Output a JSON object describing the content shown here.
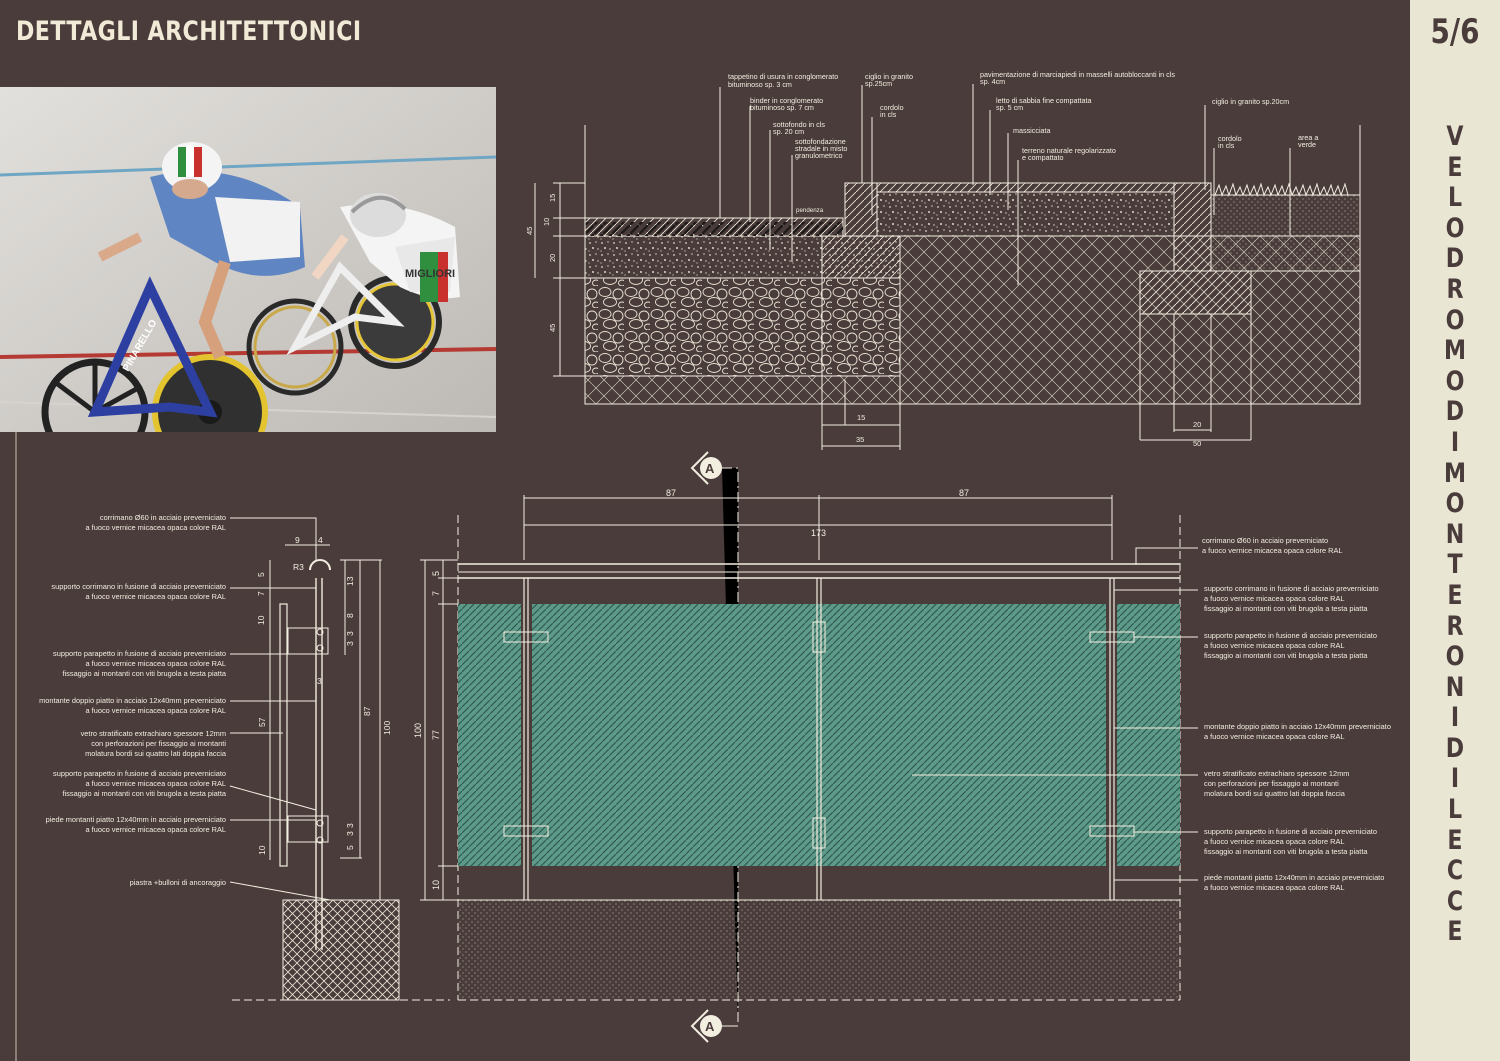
{
  "title": "DETTAGLI ARCHITETTONICI",
  "page_number": "5/6",
  "project_title": "VELODROMO DI MONTERONI DI LECCE",
  "colors": {
    "background": "#4a3c3b",
    "sidebar": "#e9e6d4",
    "glass": "#5e9a8a",
    "line": "#f2eee0"
  },
  "photo": {
    "rider_left_brand": "PINARELLO",
    "rider_right_brand": "MIGLIORI"
  },
  "section_top": {
    "labels": [
      "tappetino di usura in conglomerato",
      "bituminoso sp. 3 cm",
      "binder in conglomerato",
      "bituminoso sp. 7 cm",
      "sottofondo in cls",
      "sp. 20 cm",
      "sottofondazione",
      "stradale in misto",
      "granulometrico",
      "ciglio in granito",
      "sp.25cm",
      "cordolo",
      "in cls",
      "pavimentazione di marciapiedi in masselli autobloccanti in cls",
      "sp. 4cm",
      "letto di sabbia fine compattata",
      "sp. 5 cm",
      "massicciata",
      "terreno naturale regolarizzato",
      "e compattato",
      "ciglio in granito sp.20cm",
      "cordolo",
      "in cls",
      "area a",
      "verde",
      "pendenza"
    ],
    "dims_vertical": [
      "15",
      "10",
      "45",
      "20",
      "45"
    ],
    "dims_horizontal": [
      "15",
      "35",
      "20",
      "50"
    ]
  },
  "section_marker": "A",
  "railing_side": {
    "labels": [
      "corrimano Ø60 in acciaio preverniciato",
      "a fuoco vernice micacea opaca colore RAL",
      "supporto corrimano in fusione di acciaio preverniciato",
      "a fuoco vernice micacea opaca colore RAL",
      "supporto parapetto in fusione di acciaio preverniciato",
      "a fuoco vernice micacea opaca colore RAL",
      "fissaggio ai montanti con viti brugola a testa piatta",
      "montante doppio piatto in acciaio 12x40mm preverniciato",
      "a fuoco vernice micacea opaca colore RAL",
      "vetro stratificato extrachiaro spessore 12mm",
      "con perforazioni per fissaggio ai montanti",
      "molatura bordi sui quattro lati doppia faccia",
      "supporto parapetto in fusione di acciaio preverniciato",
      "a fuoco vernice micacea opaca colore RAL",
      "fissaggio ai montanti con viti brugola a testa piatta",
      "piede montanti piatto 12x40mm in acciaio preverniciato",
      "a fuoco vernice micacea opaca colore RAL",
      "piastra +bulloni di ancoraggio"
    ],
    "dims": [
      "9",
      "4",
      "R3",
      "5",
      "7",
      "10",
      "13",
      "8",
      "3",
      "3",
      "3",
      "57",
      "87",
      "100",
      "10",
      "5",
      "3",
      "3"
    ]
  },
  "railing_front": {
    "labels": [
      "corrimano Ø60 in acciaio preverniciato",
      "a fuoco vernice micacea opaca colore RAL",
      "supporto corrimano in fusione di acciaio preverniciato",
      "a fuoco vernice micacea opaca colore RAL",
      "fissaggio ai montanti con viti brugola a testa piatta",
      "supporto parapetto in fusione di acciaio preverniciato",
      "a fuoco vernice micacea opaca colore RAL",
      "fissaggio ai montanti con viti brugola a testa piatta",
      "montante doppio piatto in acciaio 12x40mm preverniciato",
      "a fuoco vernice micacea opaca colore RAL",
      "vetro stratificato extrachiaro spessore 12mm",
      "con perforazioni per fissaggio ai montanti",
      "molatura bordi sui quattro lati doppia faccia",
      "supporto parapetto in fusione di acciaio preverniciato",
      "a fuoco vernice micacea opaca colore RAL",
      "fissaggio ai montanti con viti brugola a testa piatta",
      "piede montanti piatto 12x40mm in acciaio preverniciato",
      "a fuoco vernice micacea opaca colore RAL"
    ],
    "dims": [
      "87",
      "87",
      "173",
      "5",
      "7",
      "100",
      "77",
      "10"
    ]
  }
}
